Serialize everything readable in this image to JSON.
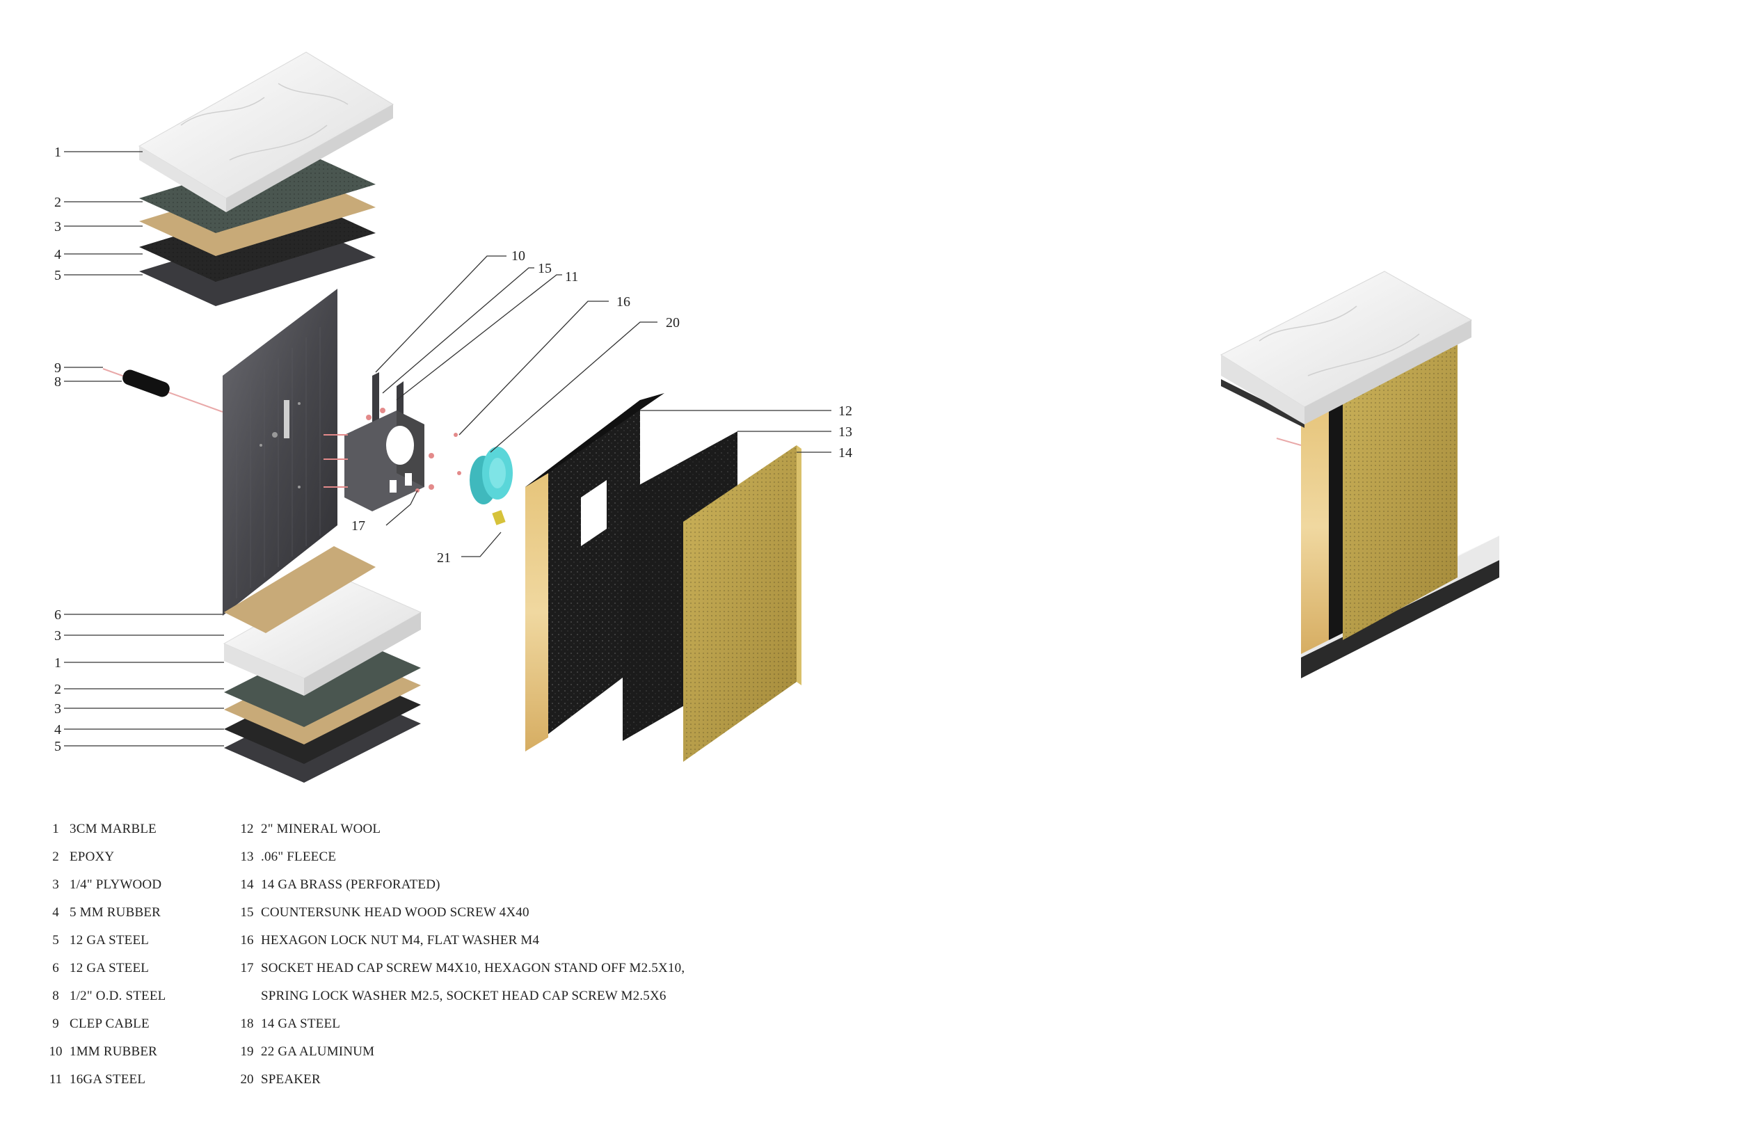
{
  "callouts": {
    "left_top": [
      "1",
      "2",
      "3",
      "4",
      "5"
    ],
    "cable": [
      "9",
      "8"
    ],
    "bottom_stack": [
      "6",
      "3",
      "1",
      "2",
      "3",
      "4",
      "5"
    ],
    "bracket": [
      "10",
      "15",
      "11",
      "16",
      "20",
      "17",
      "21"
    ],
    "panels": [
      "12",
      "13",
      "14"
    ]
  },
  "legend": {
    "left_column": [
      {
        "num": "1",
        "text": "3CM MARBLE"
      },
      {
        "num": "2",
        "text": "EPOXY"
      },
      {
        "num": "3",
        "text": "1/4\" PLYWOOD"
      },
      {
        "num": "4",
        "text": "5 MM RUBBER"
      },
      {
        "num": "5",
        "text": "12 GA STEEL"
      },
      {
        "num": "6",
        "text": "12 GA STEEL"
      },
      {
        "num": "8",
        "text": "1/2\" O.D. STEEL"
      },
      {
        "num": "9",
        "text": "CLEP CABLE"
      },
      {
        "num": "10",
        "text": "1MM RUBBER"
      },
      {
        "num": "11",
        "text": "16GA STEEL"
      }
    ],
    "right_column": [
      {
        "num": "12",
        "text": "2\" MINERAL WOOL"
      },
      {
        "num": "13",
        "text": ".06\" FLEECE"
      },
      {
        "num": "14",
        "text": "14 GA BRASS (PERFORATED)"
      },
      {
        "num": "15",
        "text": "COUNTERSUNK HEAD WOOD SCREW 4X40"
      },
      {
        "num": "16",
        "text": "HEXAGON LOCK NUT M4, FLAT WASHER M4"
      },
      {
        "num": "17",
        "text": "SOCKET HEAD CAP SCREW M4X10, HEXAGON STAND OFF M2.5X10,"
      },
      {
        "num": "",
        "text": "SPRING LOCK WASHER M2.5, SOCKET HEAD CAP SCREW M2.5X6"
      },
      {
        "num": "18",
        "text": "14 GA STEEL"
      },
      {
        "num": "19",
        "text": "22 GA ALUMINUM"
      },
      {
        "num": "20",
        "text": "SPEAKER"
      }
    ]
  },
  "colors": {
    "marble": "#f2f2f2",
    "epoxy": "#4a5650",
    "plywood": "#c8aa78",
    "rubber": "#2a2a2a",
    "steel": "#4c4c50",
    "mineral_wool": "#d9b36a",
    "fleece": "#1c1c1c",
    "brass": "#b9a04a",
    "speaker": "#4fd0d0"
  }
}
